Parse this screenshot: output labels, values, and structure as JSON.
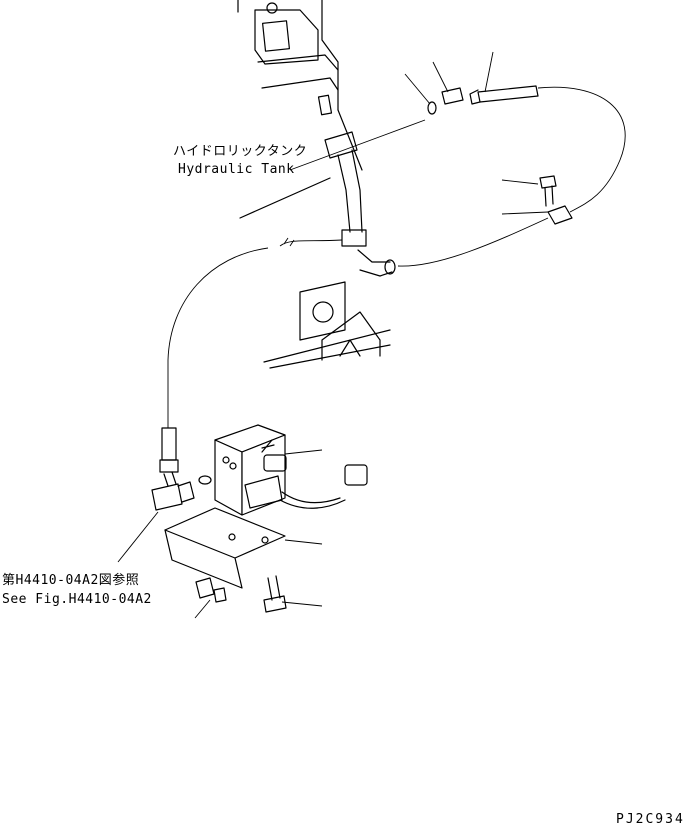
{
  "labels": {
    "tank_jp": "ハイドロリックタンク",
    "tank_en": "Hydraulic Tank",
    "ref_jp": "第H4410-04A2図参照",
    "ref_en": "See Fig.H4410-04A2",
    "drawing_code": "PJ2C934"
  }
}
